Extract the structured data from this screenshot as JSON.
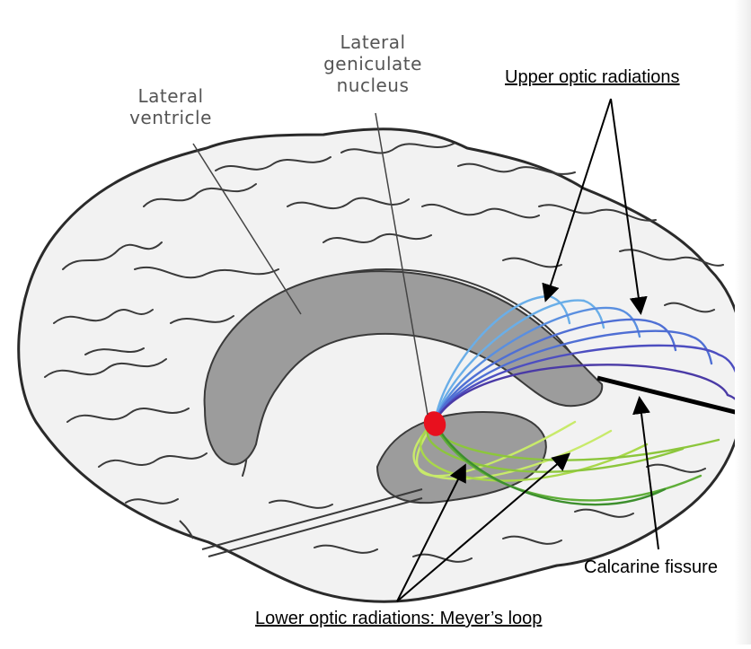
{
  "labels": {
    "lateral_ventricle": "Lateral\nventricle",
    "lgn": "Lateral\ngeniculate\nnucleus",
    "upper": "Upper optic radiations",
    "lower": "Lower optic radiations: Meyer’s loop",
    "calcarine": "Calcarine fissure"
  },
  "colors": {
    "brain_fill": "#f2f2f2",
    "brain_outline": "#2a2a2a",
    "ventricle": "#9c9c9c",
    "lgn": "#e8101e",
    "upper_radiations": [
      "#6aaee8",
      "#5a8fe0",
      "#4f6fd4",
      "#4d4ec0",
      "#4a3aa6"
    ],
    "lower_radiations": [
      "#c8ea6a",
      "#a9d84a",
      "#8cc63c",
      "#5fae38",
      "#3d8f2e"
    ]
  }
}
